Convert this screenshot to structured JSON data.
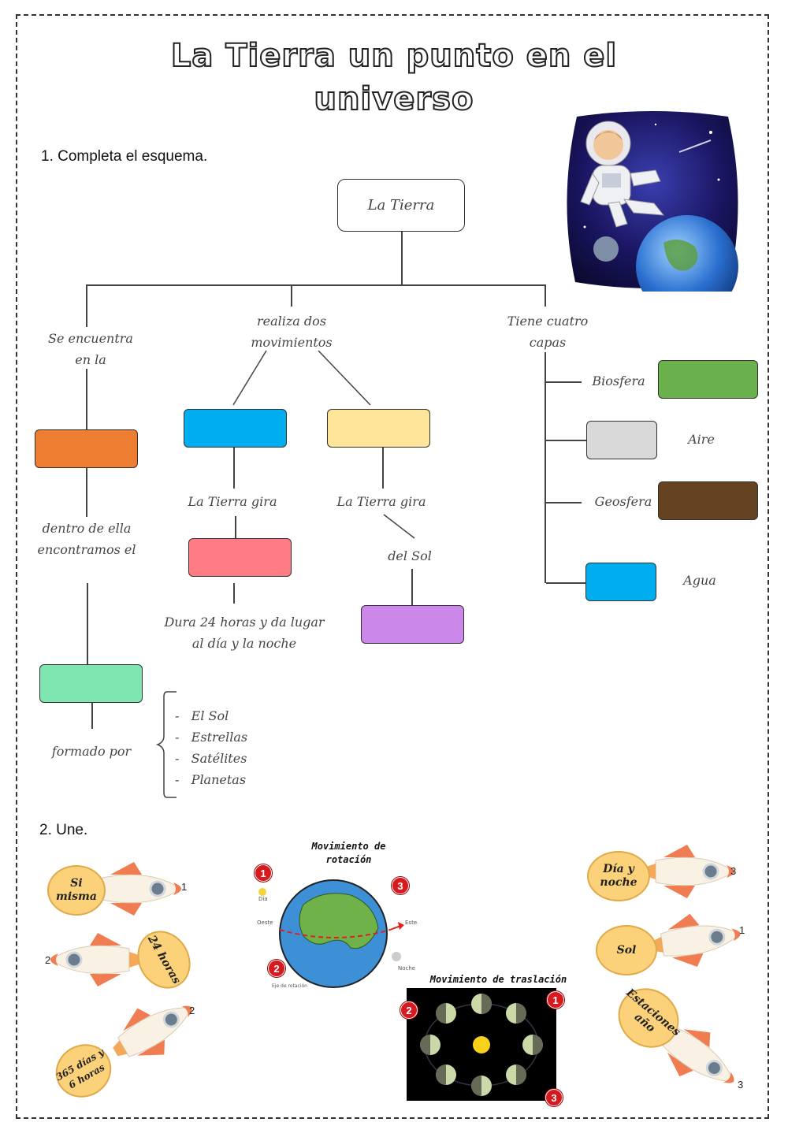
{
  "title": {
    "line1": "La Tierra un punto en el",
    "line2": "universo"
  },
  "section1": {
    "label": "1. Completa el esquema."
  },
  "schema": {
    "root": "La Tierra",
    "branch_left": "Se encuentra en la",
    "branch_mid": "realiza dos movimientos",
    "branch_right": "Tiene cuatro capas",
    "left_mid": "dentro de ella encontramos el",
    "formado_por": "formado por",
    "list": [
      "El Sol",
      "Estrellas",
      "Satélites",
      "Planetas"
    ],
    "gira1": "La Tierra gira",
    "gira2": "La Tierra gira",
    "dura": "Dura 24 horas  y da lugar al día y la noche",
    "del_sol": "del Sol",
    "capas": [
      {
        "label": "Biosfera",
        "color": "#6ab04c"
      },
      {
        "label": "Aire",
        "color": "#d9d9d9"
      },
      {
        "label": "Geosfera",
        "color": "#654321"
      },
      {
        "label": "Agua",
        "color": "#00aeef"
      }
    ],
    "box_colors": {
      "orange": "#ed7d31",
      "blue": "#00aeef",
      "yellow": "#ffe599",
      "pink": "#ff7c85",
      "purple": "#cc88e8",
      "mint": "#7fe5b1"
    }
  },
  "section2": {
    "label": "2. Une."
  },
  "rockets_left": [
    {
      "text": "Si misma",
      "num": "1"
    },
    {
      "text": "24 horas",
      "num": "2"
    },
    {
      "text": "365 días y 6 horas",
      "num": "2"
    }
  ],
  "rockets_right": [
    {
      "text": "Día y noche",
      "num": "3"
    },
    {
      "text": "Sol",
      "num": "1"
    },
    {
      "text": "Estaciones año",
      "num": "3"
    }
  ],
  "rotation": {
    "caption": "Movimiento de rotación",
    "badges": [
      "1",
      "2",
      "3"
    ],
    "labels": {
      "dia": "Día",
      "noche": "Noche",
      "oeste": "Oeste",
      "este": "Este",
      "eje": "Eje de rotación"
    }
  },
  "translation": {
    "caption": "Movimiento  de traslación",
    "badges": [
      "1",
      "2",
      "3"
    ]
  }
}
